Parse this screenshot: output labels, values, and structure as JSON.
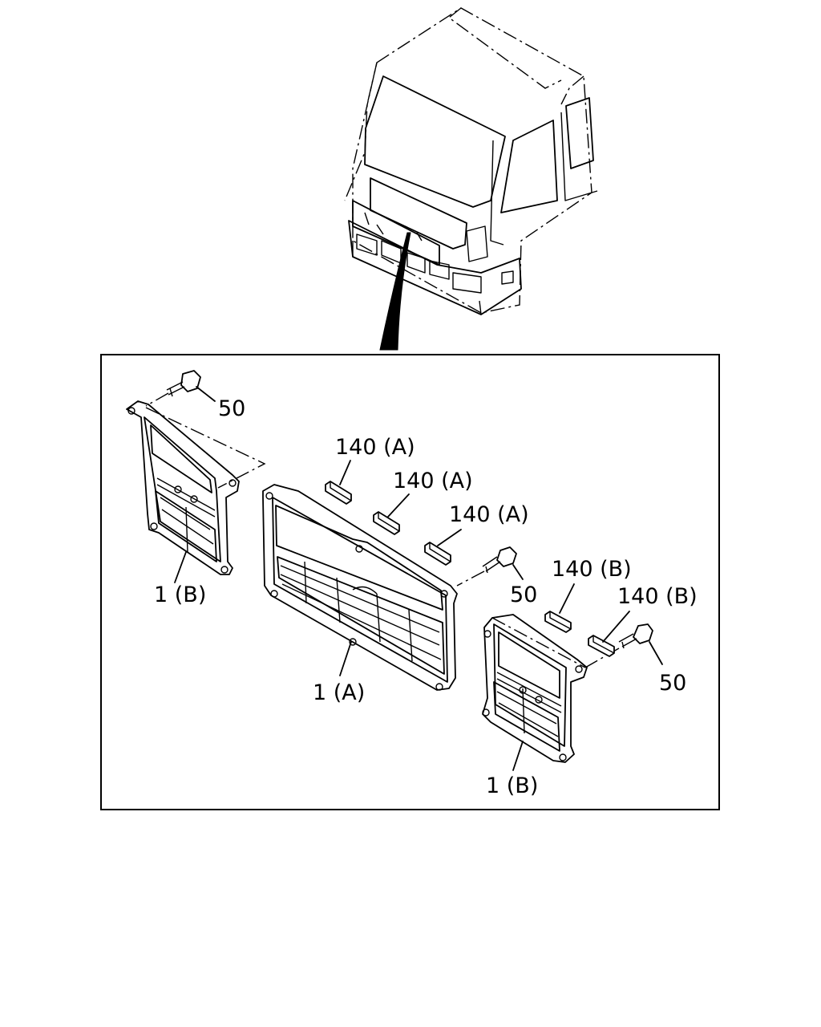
{
  "callouts": {
    "bracket_left": "1 (B)",
    "bracket_right": "1 (B)",
    "grille_center": "1 (A)",
    "bolt_top_left": "50",
    "bolt_center": "50",
    "bolt_right": "50",
    "clip_a1": "140 (A)",
    "clip_a2": "140 (A)",
    "clip_a3": "140 (A)",
    "clip_b1": "140 (B)",
    "clip_b2": "140 (B)"
  }
}
